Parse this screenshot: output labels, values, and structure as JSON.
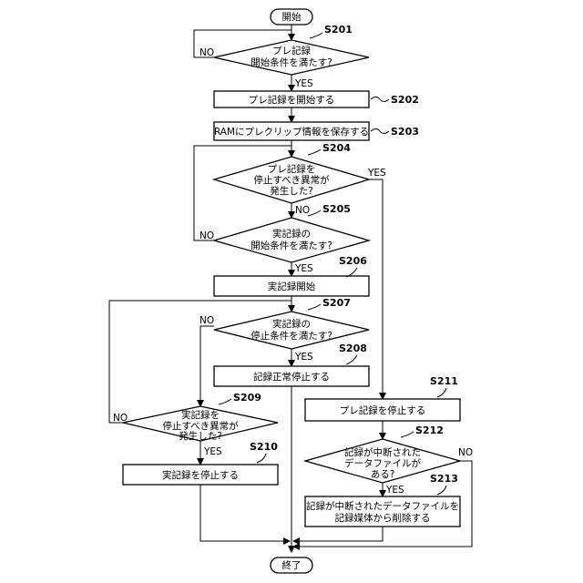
{
  "nodes": {
    "start": "開始",
    "s201": [
      "プレ記録",
      "開始条件を満たす?"
    ],
    "s202": "プレ記録を開始する",
    "s203": "RAMにプレクリップ情報を保存する",
    "s204": [
      "プレ記録を",
      "停止すべき異常が",
      "発生した?"
    ],
    "s205": [
      "実記録の",
      "開始条件を満たす?"
    ],
    "s206": "実記録開始",
    "s207": [
      "実記録の",
      "停止条件を満たす?"
    ],
    "s208": "記録正常停止する",
    "s209": [
      "実記録を",
      "停止すべき異常が",
      "発生した?"
    ],
    "s210": "実記録を停止する",
    "s211": "プレ記録を停止する",
    "s212": [
      "記録が中断された",
      "データファイルが",
      "ある?"
    ],
    "s213": [
      "記録が中断されたデータファイルを",
      "記録媒体から削除する"
    ],
    "end": "終了"
  },
  "step_ids": {
    "s201": "S201",
    "s202": "S202",
    "s203": "S203",
    "s204": "S204",
    "s205": "S205",
    "s206": "S206",
    "s207": "S207",
    "s208": "S208",
    "s209": "S209",
    "s210": "S210",
    "s211": "S211",
    "s212": "S212",
    "s213": "S213"
  },
  "branch_labels": {
    "yes": "YES",
    "no": "NO"
  }
}
